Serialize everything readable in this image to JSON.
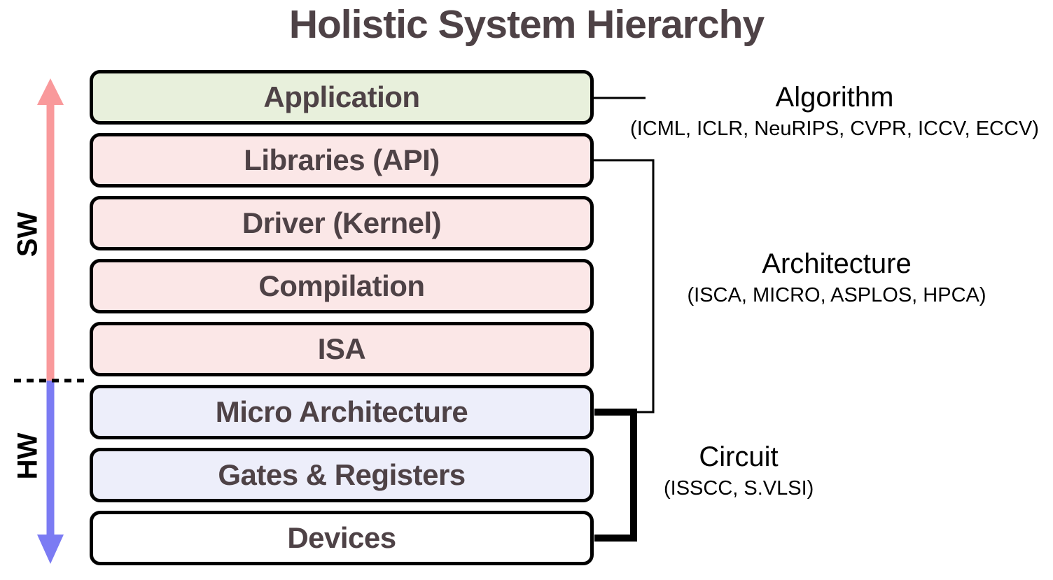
{
  "title": "Holistic System Hierarchy",
  "axis": {
    "sw_label": "SW",
    "hw_label": "HW",
    "sw_color": "#F9999B",
    "hw_color": "#7B7BF3",
    "divider_color": "#000000"
  },
  "connectors": {
    "line_color": "#000000"
  },
  "stack": {
    "border_color": "#000000",
    "text_color": "#4E4246",
    "boxes": [
      {
        "label": "Application",
        "fill": "#E8F0DC"
      },
      {
        "label": "Libraries (API)",
        "fill": "#FBE7E7"
      },
      {
        "label": "Driver (Kernel)",
        "fill": "#FBE7E7"
      },
      {
        "label": "Compilation",
        "fill": "#FBE7E7"
      },
      {
        "label": "ISA",
        "fill": "#FBE7E7"
      },
      {
        "label": "Micro Architecture",
        "fill": "#EDEEFA"
      },
      {
        "label": "Gates & Registers",
        "fill": "#EDEEFA"
      },
      {
        "label": "Devices",
        "fill": "#FFFFFF"
      }
    ]
  },
  "annotations": [
    {
      "title": "Algorithm",
      "venues": "(ICML, ICLR, NeuRIPS, CVPR, ICCV, ECCV)"
    },
    {
      "title": "Architecture",
      "venues": "(ISCA, MICRO, ASPLOS, HPCA)"
    },
    {
      "title": "Circuit",
      "venues": "(ISSCC, S.VLSI)"
    }
  ]
}
